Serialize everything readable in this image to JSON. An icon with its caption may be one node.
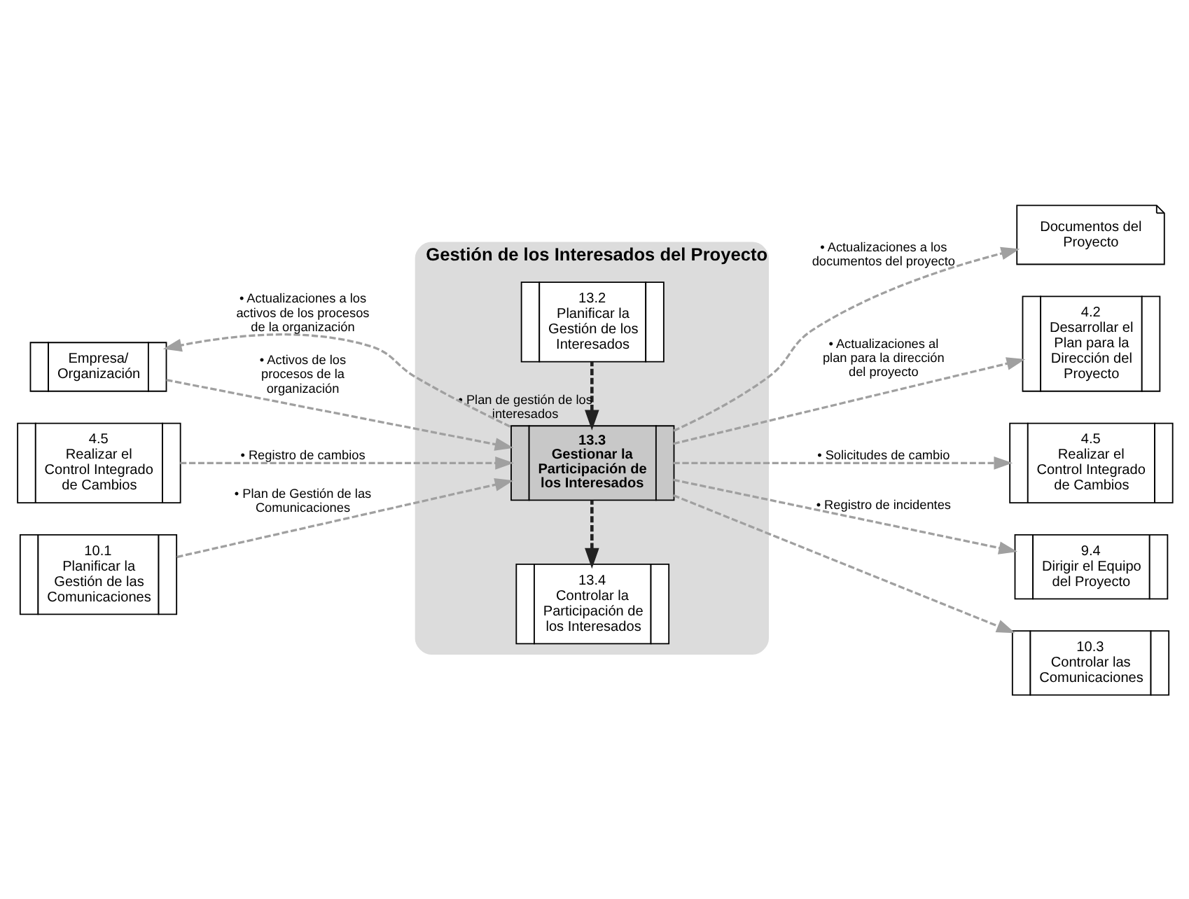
{
  "diagram": {
    "nodes": [
      {
        "text": [
          "Gestión de los Interesados del Proyecto"
        ]
      },
      {
        "text": [
          "13.2",
          "Planificar la Gestión de los Interesados"
        ],
        "in": 0
      },
      {
        "text": [
          "Documentos del Proyecto"
        ]
      },
      {
        "text": [
          "4.5",
          "Realizar el Control Integrado de Cambios"
        ]
      },
      {
        "text": [
          "4.2",
          "Desarrollar el Plan para la Dirección del Proyecto"
        ]
      },
      {
        "text": [
          "13.3",
          "Gestionar la Participación de los Interesados"
        ],
        "in": 0
      },
      {
        "text": [
          "10.1",
          "Planificar la Gestión de las Comunicaciones"
        ]
      },
      {
        "text": [
          "4.5",
          "Realizar el Control Integrado de Cambios"
        ]
      },
      {
        "text": [
          "Empresa/ Organización"
        ]
      },
      {
        "text": [
          "9.4",
          "Dirigir el Equipo del Proyecto"
        ]
      },
      {
        "text": [
          "13.4",
          "Controlar la Participación de los Interesados"
        ],
        "in": 0
      },
      {
        "text": [
          "10.3",
          "Controlar las Comunicaciones"
        ]
      }
    ],
    "edges": [
      {
        "from": 1,
        "to": 5,
        "arrow": "to",
        "label": "• Plan de gestión de los interesados",
        "style": "dashed",
        "color": "#222222"
      },
      {
        "from": 3,
        "to": 5,
        "arrow": "to",
        "label": "• Registro de cambios",
        "style": "dashed"
      },
      {
        "from": 6,
        "to": 5,
        "arrow": "to",
        "label": "• Plan de Gestión de las Comunicaciones",
        "style": "dashed"
      },
      {
        "from": 8,
        "to": 5,
        "arrow": "to",
        "label": "• Activos de los procesos de la organización",
        "style": "dashed"
      },
      {
        "from": 5,
        "to": 2,
        "arrow": "to",
        "label": "• Actualizaciones a los documentos del proyecto",
        "style": "dashed"
      },
      {
        "from": 5,
        "to": 4,
        "arrow": "to",
        "label": "• Actualizaciones al plan para la dirección del proyecto",
        "style": "dashed"
      },
      {
        "from": 5,
        "to": 7,
        "arrow": "to",
        "label": "• Solicitudes de cambio",
        "style": "dashed"
      },
      {
        "from": 5,
        "to": 10,
        "arrow": "to",
        "style": "dashed",
        "color": "#222222"
      },
      {
        "from": 5,
        "to": 9,
        "arrow": "to",
        "label": "• Registro de incidentes",
        "style": "dashed"
      },
      {
        "from": 5,
        "to": 11,
        "arrow": "to",
        "style": "dashed"
      },
      {
        "from": 5,
        "to": 8,
        "arrow": "to",
        "label": "• Actualizaciones a los activos de los procesos de la organización",
        "style": "dashed"
      }
    ]
  }
}
